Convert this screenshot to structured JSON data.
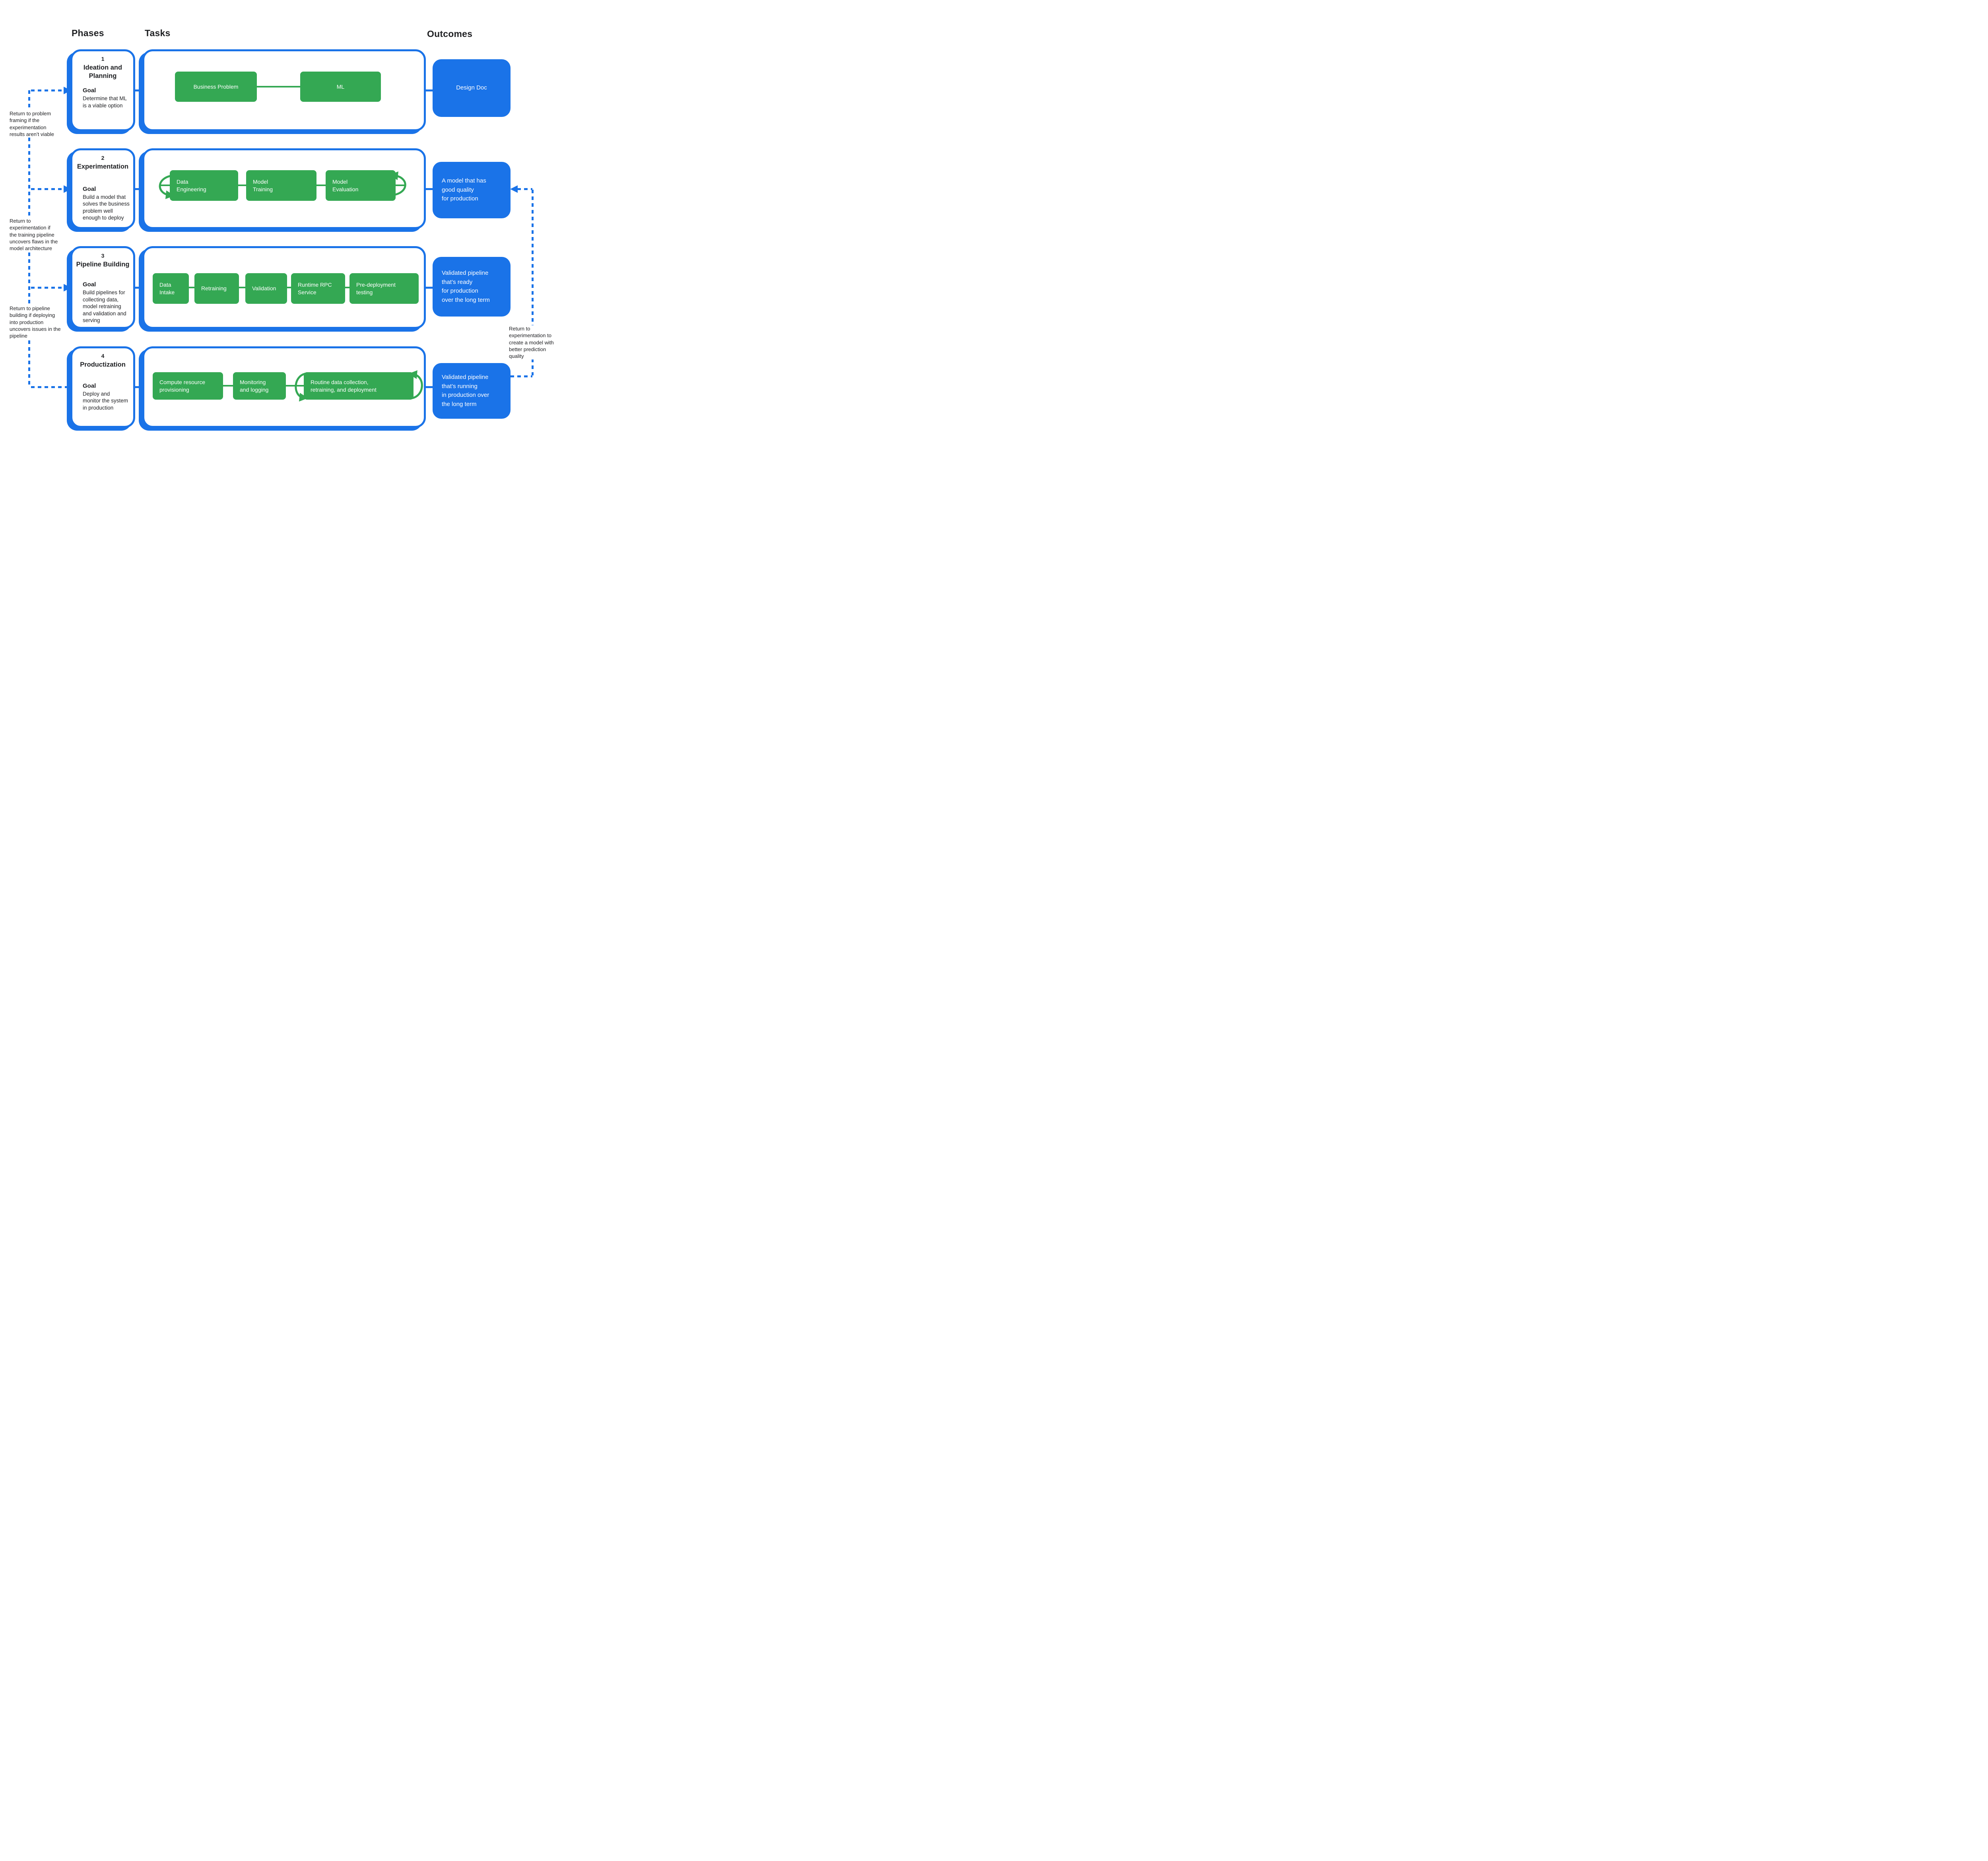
{
  "header": {
    "phases": "Phases",
    "tasks": "Tasks",
    "outcomes": "Outcomes"
  },
  "colors": {
    "blue": "#1A73E8",
    "green": "#34A853",
    "text": "#202124"
  },
  "phases": [
    {
      "number": "1",
      "title": "Ideation and\nPlanning",
      "goal_label": "Goal",
      "goal": "Determine that ML\nis a viable option",
      "tasks": [
        "Business Problem",
        "ML"
      ],
      "outcome": "Design Doc"
    },
    {
      "number": "2",
      "title": "Experimentation",
      "goal_label": "Goal",
      "goal": "Build a model that\nsolves the business\nproblem well\nenough to deploy",
      "tasks": [
        "Data\nEngineering",
        "Model\nTraining",
        "Model\nEvaluation"
      ],
      "outcome": "A model that has\ngood quality\nfor production"
    },
    {
      "number": "3",
      "title": "Pipeline Building",
      "goal_label": "Goal",
      "goal": "Build pipelines for\ncollecting data,\nmodel retraining\nand validation and\nserving",
      "tasks": [
        "Data\nIntake",
        "Retraining",
        "Validation",
        "Runtime RPC\nService",
        "Pre-deployment\ntesting"
      ],
      "outcome": "Validated pipeline\nthat’s ready\nfor production\nover the long term"
    },
    {
      "number": "4",
      "title": "Productization",
      "goal_label": "Goal",
      "goal": "Deploy and\nmonitor the system\nin production",
      "tasks": [
        "Compute resource\nprovisioning",
        "Monitoring\nand logging",
        "Routine data collection,\nretraining, and deployment"
      ],
      "outcome": "Validated pipeline\nthat’s running\nin production over\nthe long term"
    }
  ],
  "annotations": {
    "left": [
      "Return to problem\nframing if the\nexperimentation\nresults aren’t viable",
      "Return to\nexperimentation if\nthe training pipeline\nuncovers flaws in the\nmodel architecture",
      "Return to pipeline\nbuilding if deploying\ninto production\nuncovers issues in the\npipeline"
    ],
    "right": "Return to\nexperimentation to\ncreate a model with\nbetter prediction\nquality"
  }
}
